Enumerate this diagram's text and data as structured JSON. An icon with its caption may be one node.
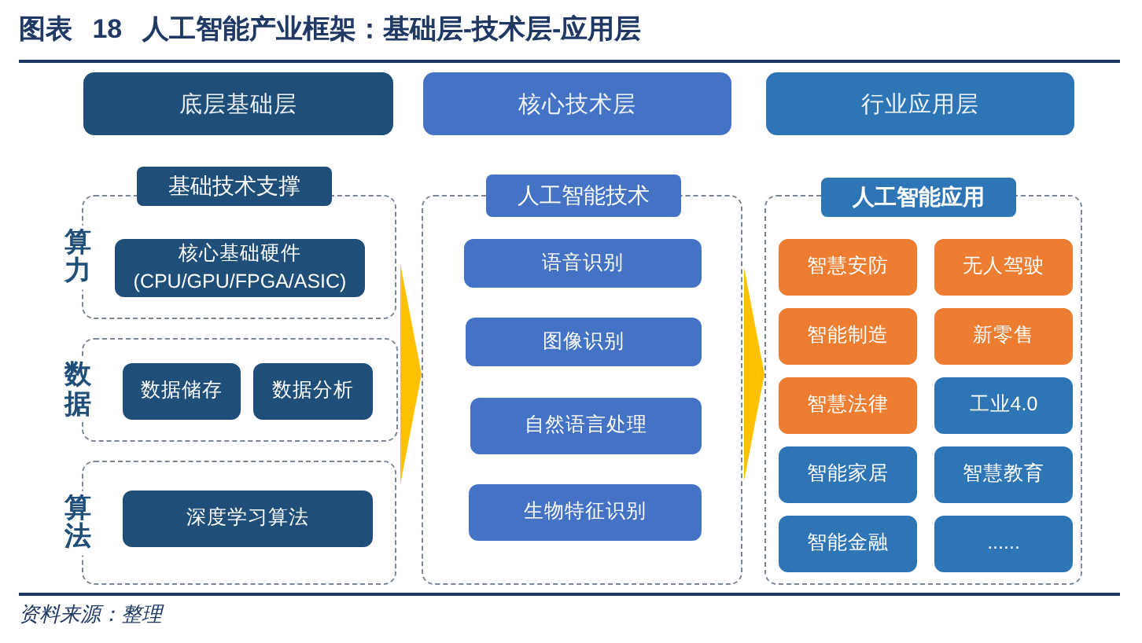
{
  "diagram": {
    "title": "图表 18 人工智能产业框架：基础层-技术层-应用层",
    "nodes": [
      {
        "text": [
          "底层基础层"
        ]
      },
      {
        "text": [
          "核心技术层"
        ]
      },
      {
        "text": [
          "行业应用层"
        ]
      },
      {
        "text": [
          "基础技术支撑",
          "算力"
        ]
      },
      {
        "text": [
          "核心基础硬件",
          "(CPU/GPU/FPGA/ASIC)"
        ],
        "in": 3
      },
      {
        "text": [
          "数据"
        ]
      },
      {
        "text": [
          "数据储存"
        ],
        "in": 5
      },
      {
        "text": [
          "数据分析"
        ],
        "in": 5
      },
      {
        "text": [
          "算法"
        ]
      },
      {
        "text": [
          "深度学习算法"
        ],
        "in": 8
      },
      {
        "text": [
          "人工智能技术"
        ]
      },
      {
        "text": [
          "语音识别"
        ],
        "in": 10
      },
      {
        "text": [
          "图像识别"
        ],
        "in": 10
      },
      {
        "text": [
          "自然语言处理"
        ],
        "in": 10
      },
      {
        "text": [
          "生物特征识别"
        ],
        "in": 10
      },
      {
        "text": [
          "人工智能应用"
        ]
      },
      {
        "text": [
          "智慧安防"
        ],
        "in": 15
      },
      {
        "text": [
          "无人驾驶"
        ],
        "in": 15
      },
      {
        "text": [
          "智能制造"
        ],
        "in": 15
      },
      {
        "text": [
          "新零售"
        ],
        "in": 15
      },
      {
        "text": [
          "智慧法律"
        ],
        "in": 15
      },
      {
        "text": [
          "工业4.0"
        ],
        "in": 15
      },
      {
        "text": [
          "智能家居"
        ],
        "in": 15
      },
      {
        "text": [
          "智慧教育"
        ],
        "in": 15
      },
      {
        "text": [
          "智能金融"
        ],
        "in": 15
      },
      {
        "text": [
          "......"
        ],
        "in": 15
      }
    ],
    "edges": [
      {
        "from": 5,
        "to": 10,
        "arrow": "to"
      },
      {
        "from": 10,
        "to": 15,
        "arrow": "to"
      }
    ],
    "labels": [
      "资料来源：整理"
    ]
  }
}
